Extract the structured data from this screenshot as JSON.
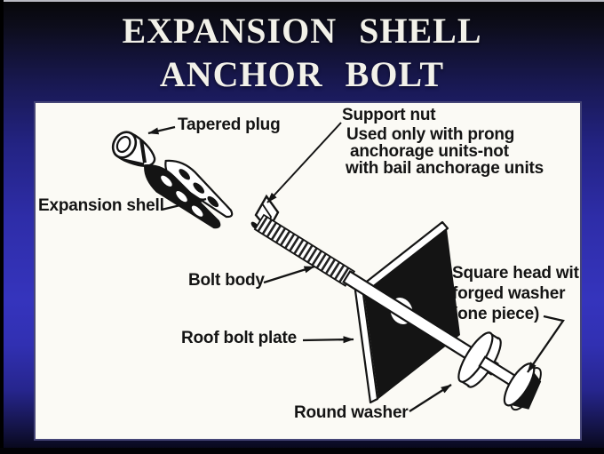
{
  "slide": {
    "title_line1": "EXPANSION SHELL",
    "title_line2": "ANCHOR BOLT"
  },
  "diagram": {
    "labels": {
      "tapered_plug": "Tapered plug",
      "support_nut": "Support nut",
      "support_nut_note1": "Used only with prong",
      "support_nut_note2": "anchorage units-not",
      "support_nut_note3": "with bail anchorage units",
      "expansion_shell": "Expansion shell",
      "bolt_body": "Bolt body",
      "roof_bolt_plate": "Roof bolt plate",
      "square_head1": "Square head wit",
      "square_head2": "forged washer",
      "square_head3": "(one piece)",
      "round_washer": "Round washer"
    }
  },
  "colors": {
    "background_blue": "#3231b6",
    "background_dark": "#0b0b12",
    "panel": "#fbfaf5",
    "ink": "#141414",
    "title_text": "#f2f1e9"
  }
}
